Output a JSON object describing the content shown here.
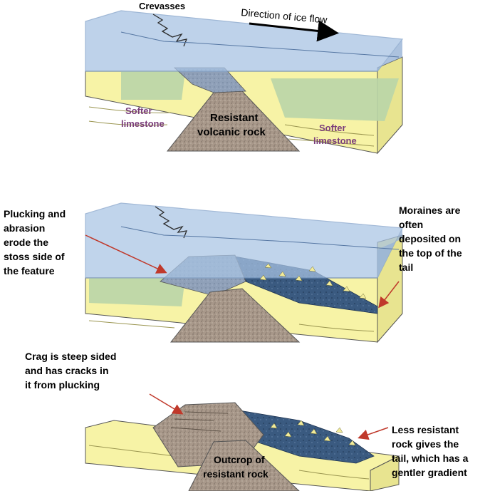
{
  "panels": [
    {
      "id": "panel-1",
      "crevasses_label": "Crevasses",
      "ice_flow_label": "Direction of ice flow",
      "rock_label_line1": "Resistant",
      "rock_label_line2": "volcanic rock",
      "left_soft_line1": "Softer",
      "left_soft_line2": "limestone",
      "right_soft_line1": "Softer",
      "right_soft_line2": "limestone"
    },
    {
      "id": "panel-2",
      "plucking_lines": [
        "Plucking and",
        "abrasion",
        "erode the",
        "stoss side of",
        "the feature"
      ],
      "moraines_lines": [
        "Moraines are",
        "often",
        "deposited on",
        "the top of the",
        "tail"
      ]
    },
    {
      "id": "panel-3",
      "crag_lines": [
        "Crag is steep sided",
        "and has  cracks in",
        "it from plucking"
      ],
      "outcrop_line1": "Outcrop of",
      "outcrop_line2": "resistant rock",
      "less_resistant_lines": [
        "Less resistant",
        "rock gives the",
        "tail, which has a",
        "gentler gradient"
      ]
    }
  ],
  "colors": {
    "ice": "#a9c4e4",
    "ice_edge": "#7f9fc8",
    "limestone": "#f7f3a6",
    "limestone_top": "#b9d5a8",
    "volcanic": "#a8988a",
    "crag_top": "#8f9fb8",
    "tail": "#2e4b6e",
    "arrow_red": "#c0392b",
    "soft_text": "#7a3d7a"
  }
}
